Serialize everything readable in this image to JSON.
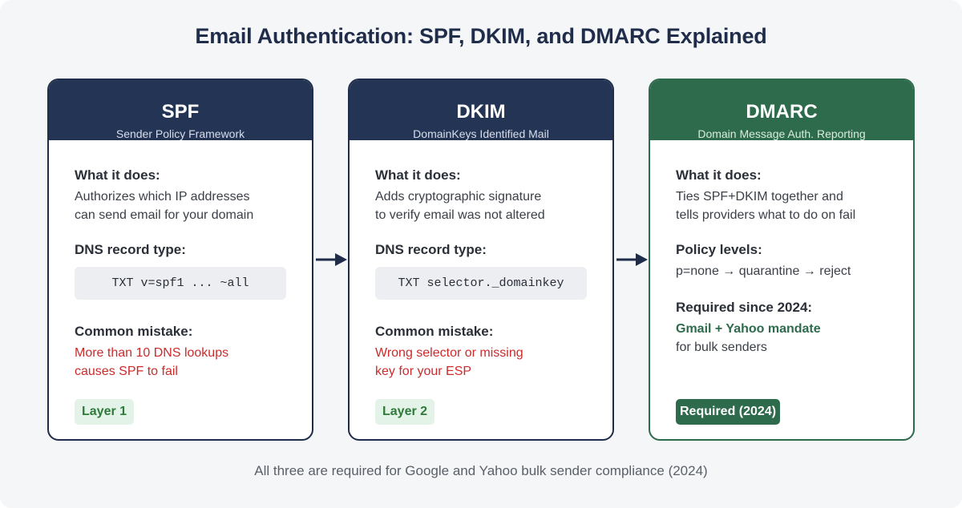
{
  "title": "Email Authentication: SPF, DKIM, and DMARC Explained",
  "footer": "All three are required for Google and Yahoo bulk sender compliance (2024)",
  "colors": {
    "navy": "#243454",
    "green": "#2e6b4c",
    "error": "#cc2b2b",
    "badge_bg": "#e4f3e7"
  },
  "cards": {
    "spf": {
      "name": "SPF",
      "subtitle": "Sender Policy Framework",
      "what_heading": "What it does:",
      "what_lines": [
        "Authorizes which IP addresses",
        "can send email for your domain"
      ],
      "dns_heading": "DNS record type:",
      "dns_code": "TXT v=spf1 ... ~all",
      "mistake_heading": "Common mistake:",
      "mistake_lines": [
        "More than 10 DNS lookups",
        "causes SPF to fail"
      ],
      "badge": "Layer 1"
    },
    "dkim": {
      "name": "DKIM",
      "subtitle": "DomainKeys Identified Mail",
      "what_heading": "What it does:",
      "what_lines": [
        "Adds cryptographic signature",
        "to verify email was not altered"
      ],
      "dns_heading": "DNS record type:",
      "dns_code": "TXT selector._domainkey",
      "mistake_heading": "Common mistake:",
      "mistake_lines": [
        "Wrong selector or missing",
        "key for your ESP"
      ],
      "badge": "Layer 2"
    },
    "dmarc": {
      "name": "DMARC",
      "subtitle": "Domain Message Auth. Reporting",
      "what_heading": "What it does:",
      "what_lines": [
        "Ties SPF+DKIM together and",
        "tells providers what to do on fail"
      ],
      "policy_heading": "Policy levels:",
      "policy_text": "p=none → quarantine → reject",
      "required_heading": "Required since 2024:",
      "required_highlight": "Gmail + Yahoo mandate",
      "required_text": "for bulk senders",
      "badge": "Required (2024)"
    }
  }
}
